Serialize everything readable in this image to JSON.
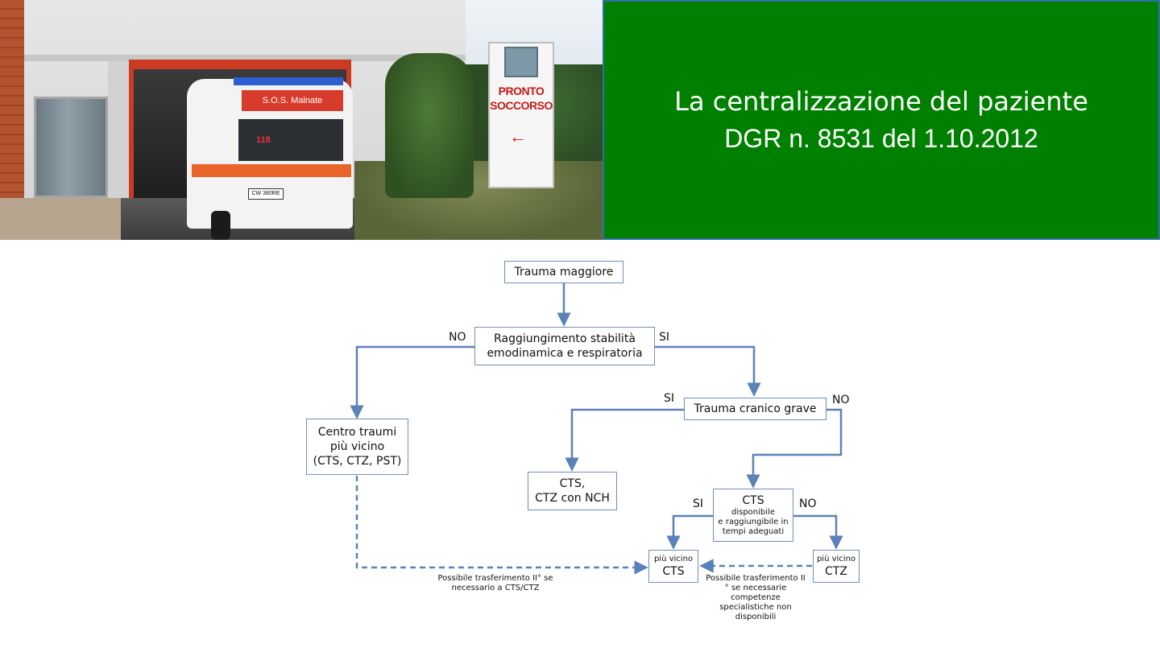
{
  "photo": {
    "sign_line1": "PRONTO",
    "sign_line2": "SOCCORSO",
    "sign_arrow": "←",
    "ambulance_text": "S.O.S. Malnate",
    "ambulance_plate": "CW 380RE",
    "ambulance_badge": "118"
  },
  "title": {
    "line1": "La centralizzazione del paziente",
    "line2": "DGR n. 8531 del 1.10.2012"
  },
  "flowchart": {
    "trauma_maggiore": "Trauma maggiore",
    "stabilita_line1": "Raggiungimento stabilità",
    "stabilita_line2": "emodinamica e respiratoria",
    "label_no_left": "NO",
    "label_si_right": "SI",
    "centro_line1": "Centro traumi",
    "centro_line2": "più vicino",
    "centro_line3": "(CTS, CTZ, PST)",
    "trauma_cranico": "Trauma cranico grave",
    "label_si_cranico": "SI",
    "label_no_cranico": "NO",
    "cts_nch_line1": "CTS,",
    "cts_nch_line2": "CTZ con NCH",
    "cts_title": "CTS",
    "cts_sub1": "disponibile",
    "cts_sub2": "e raggiungibile in",
    "cts_sub3": "tempi adeguati",
    "label_si_cts": "SI",
    "label_no_cts": "NO",
    "nearest_cts_top": "più vicino",
    "nearest_cts_main": "CTS",
    "nearest_ctz_top": "più vicino",
    "nearest_ctz_main": "CTZ",
    "note_left_line1": "Possibile trasferimento II° se",
    "note_left_line2": "necessario a CTS/CTZ",
    "note_right_line1": "Possibile trasferimento II",
    "note_right_line2": "° se necessarie",
    "note_right_line3": "competenze",
    "note_right_line4": "specialistiche non",
    "note_right_line5": "disponibili"
  },
  "colors": {
    "title_bg": "#008000",
    "title_border": "#2f6fa8",
    "connector": "#5b82b8",
    "box_border": "#6e8fbd"
  }
}
